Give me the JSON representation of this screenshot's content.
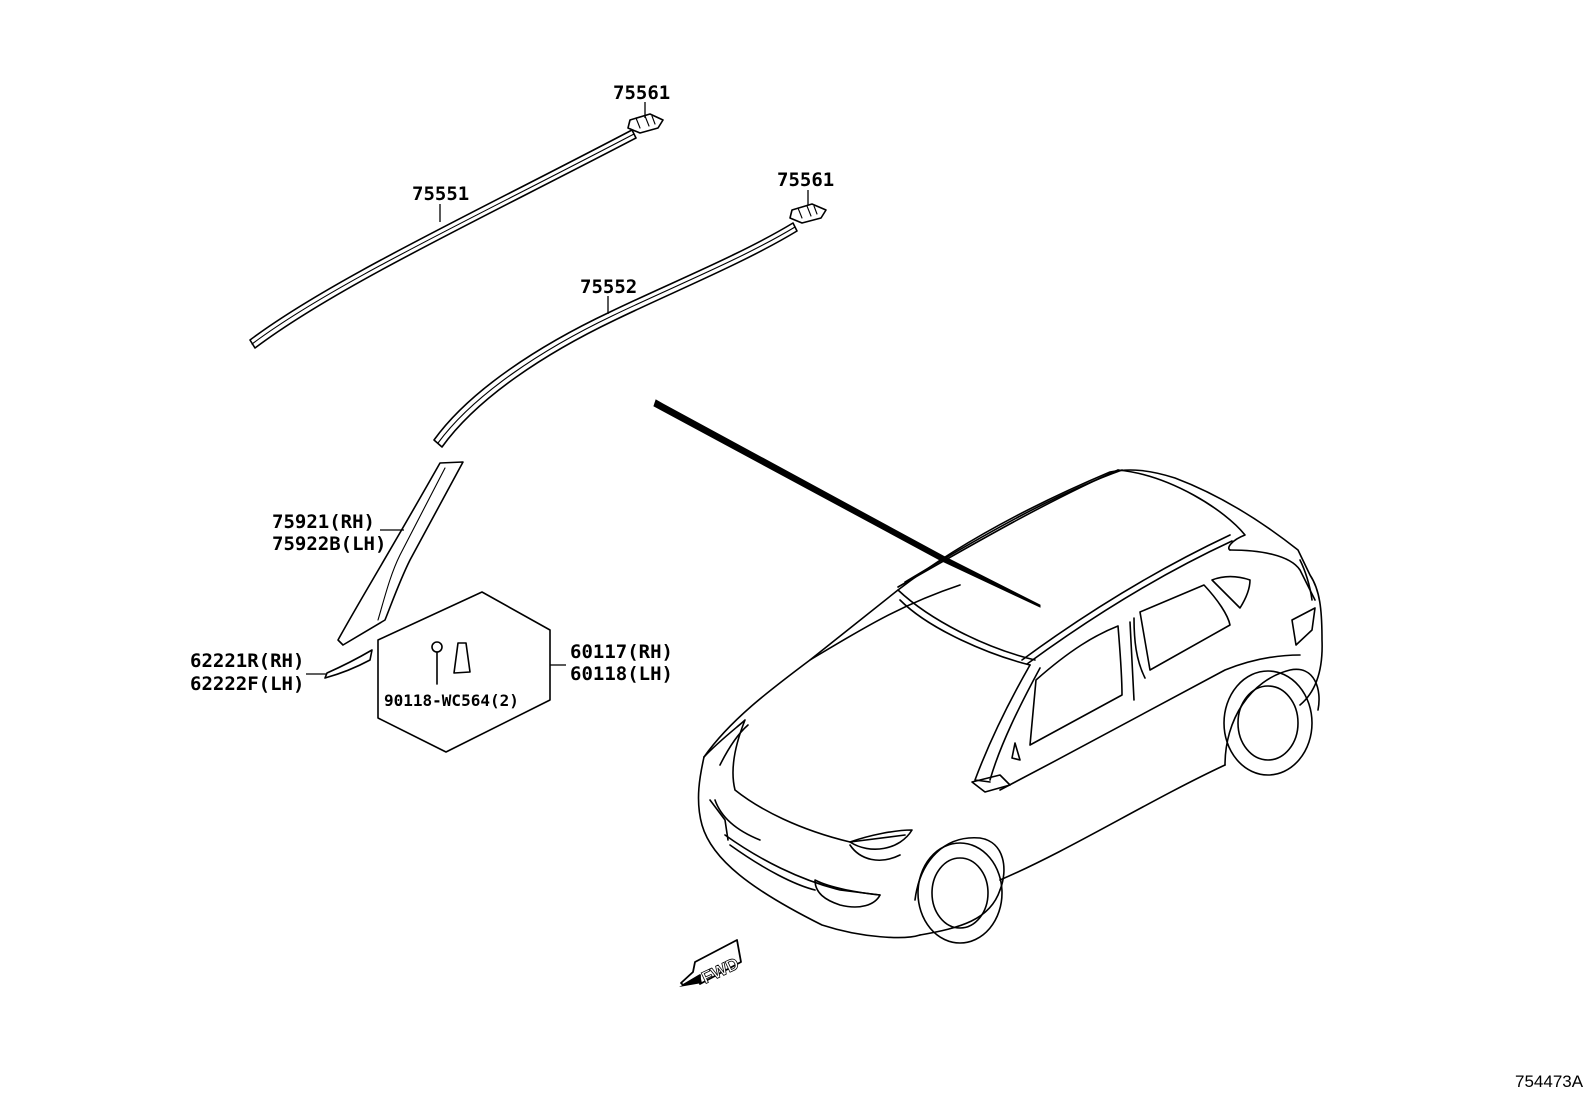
{
  "diagram": {
    "labels": {
      "clip_upper": "75561",
      "clip_lower": "75561",
      "roof_molding_rh": "75551",
      "roof_molding_lh": "75552",
      "pillar_garnish_1": "75921(RH)",
      "pillar_garnish_2": "75922B(LH)",
      "cowl_seal_1": "62221R(RH)",
      "cowl_seal_2": "62222F(LH)",
      "screw": "90118-WC564(2)",
      "bracket_1": "60117(RH)",
      "bracket_2": "60118(LH)",
      "fwd_arrow": "FWD",
      "illustration_number": "754473A"
    },
    "colors": {
      "line": "#000000",
      "background": "#ffffff"
    }
  }
}
